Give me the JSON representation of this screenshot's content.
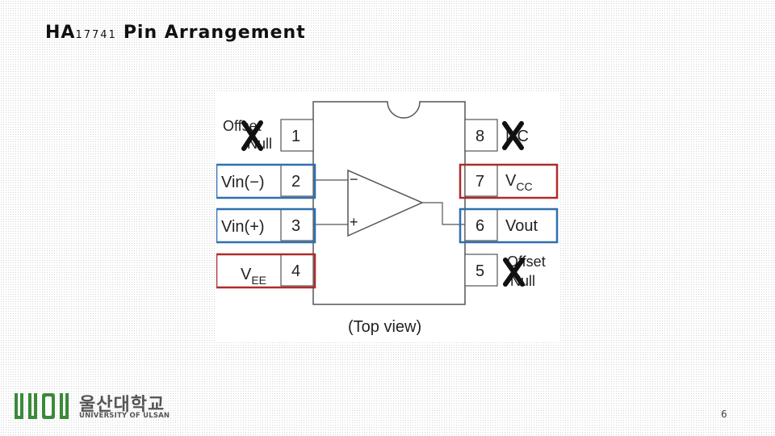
{
  "slide": {
    "title_prefix": "HA",
    "title_model": "17741",
    "title_suffix": "Pin Arrangement",
    "page_number": "6"
  },
  "diagram": {
    "view_label": "(Top view)",
    "highlight_colors": {
      "input": "#2e6fb0",
      "power": "#b02a2a"
    },
    "pins": [
      {
        "number": "1",
        "label": "Offset",
        "label2": "Null",
        "crossed": true
      },
      {
        "number": "2",
        "label": "Vin(−)",
        "highlight": "input"
      },
      {
        "number": "3",
        "label": "Vin(+)",
        "highlight": "input"
      },
      {
        "number": "4",
        "label": "V",
        "sub": "EE",
        "highlight": "power"
      },
      {
        "number": "5",
        "label": "Offset",
        "label2": "Null",
        "crossed": true
      },
      {
        "number": "6",
        "label": "Vout",
        "highlight": "input"
      },
      {
        "number": "7",
        "label": "V",
        "sub": "CC",
        "highlight": "power"
      },
      {
        "number": "8",
        "label": "NC",
        "crossed": true
      }
    ],
    "opamp": {
      "minus": "−",
      "plus": "+"
    }
  },
  "logo": {
    "korean": "울산대학교",
    "english": "UNIVERSITY OF ULSAN"
  }
}
